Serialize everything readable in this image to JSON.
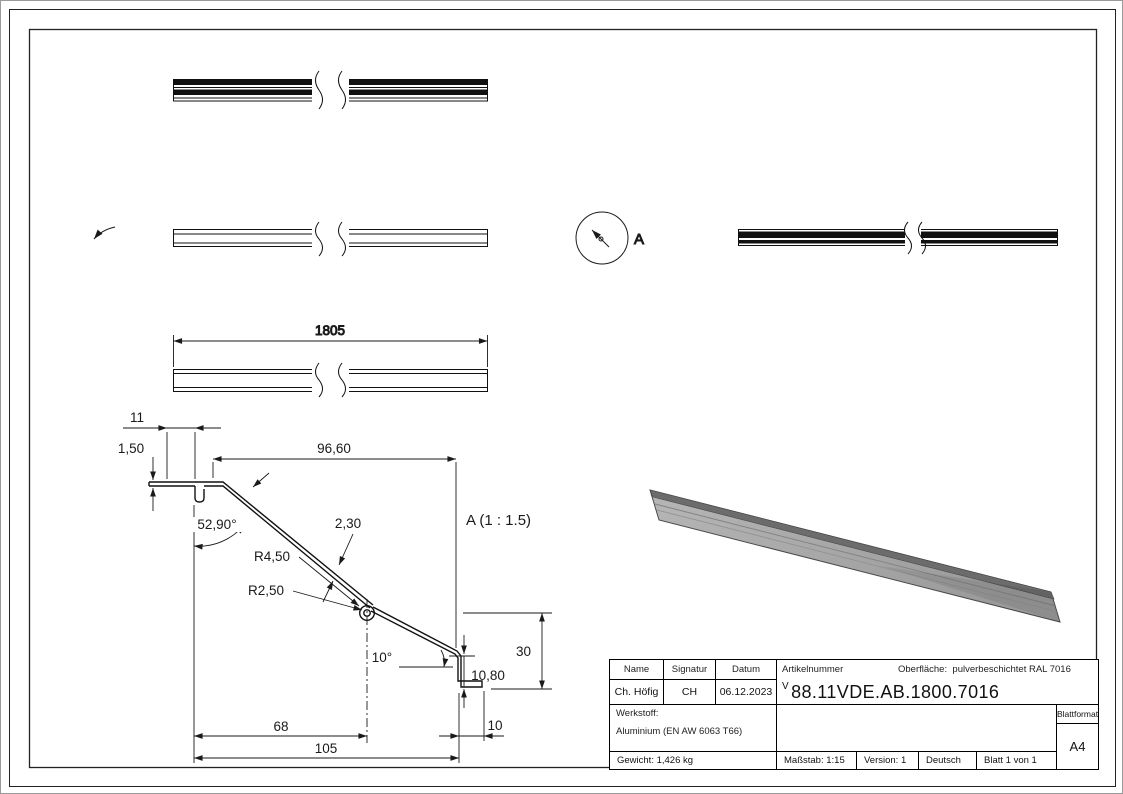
{
  "drawing": {
    "dim_length": "1805",
    "detail_circle_label": "A",
    "detail_view_title": "A (1 : 1.5)",
    "dim_11": "11",
    "dim_1_50": "1,50",
    "dim_96_60": "96,60",
    "dim_angle": "52,90°",
    "dim_2_30": "2,30",
    "dim_r4_50": "R4,50",
    "dim_r2_50": "R2,50",
    "dim_angle_10": "10°",
    "dim_10_80": "10,80",
    "dim_30": "30",
    "dim_68": "68",
    "dim_105": "105",
    "dim_10": "10"
  },
  "title_block": {
    "name_label": "Name",
    "signatur_label": "Signatur",
    "datum_label": "Datum",
    "artikelnummer_label": "Artikelnummer",
    "oberflaeche_label": "Oberfläche:",
    "oberflaeche_value": "pulverbeschichtet RAL 7016",
    "name_value": "Ch. Höfig",
    "signatur_value": "CH",
    "datum_value": "06.12.2023",
    "artikelnummer_prefix": "V",
    "artikelnummer_value": "88.11VDE.AB.1800.7016",
    "werkstoff_label": "Werkstoff:",
    "werkstoff_value": "Aluminium (EN AW 6063 T66)",
    "blattformat_label": "Blattformat",
    "blattformat_value": "A4",
    "gewicht_text": "Gewicht: 1,426 kg",
    "massstab_text": "Maßstab: 1:15",
    "version_text": "Version: 1",
    "sprache_text": "Deutsch",
    "blatt_text": "Blatt 1 von 1"
  },
  "colors": {
    "line": "#1a1a1a",
    "solid_face": "#a9a9a9",
    "solid_top": "#6c6c6c"
  }
}
